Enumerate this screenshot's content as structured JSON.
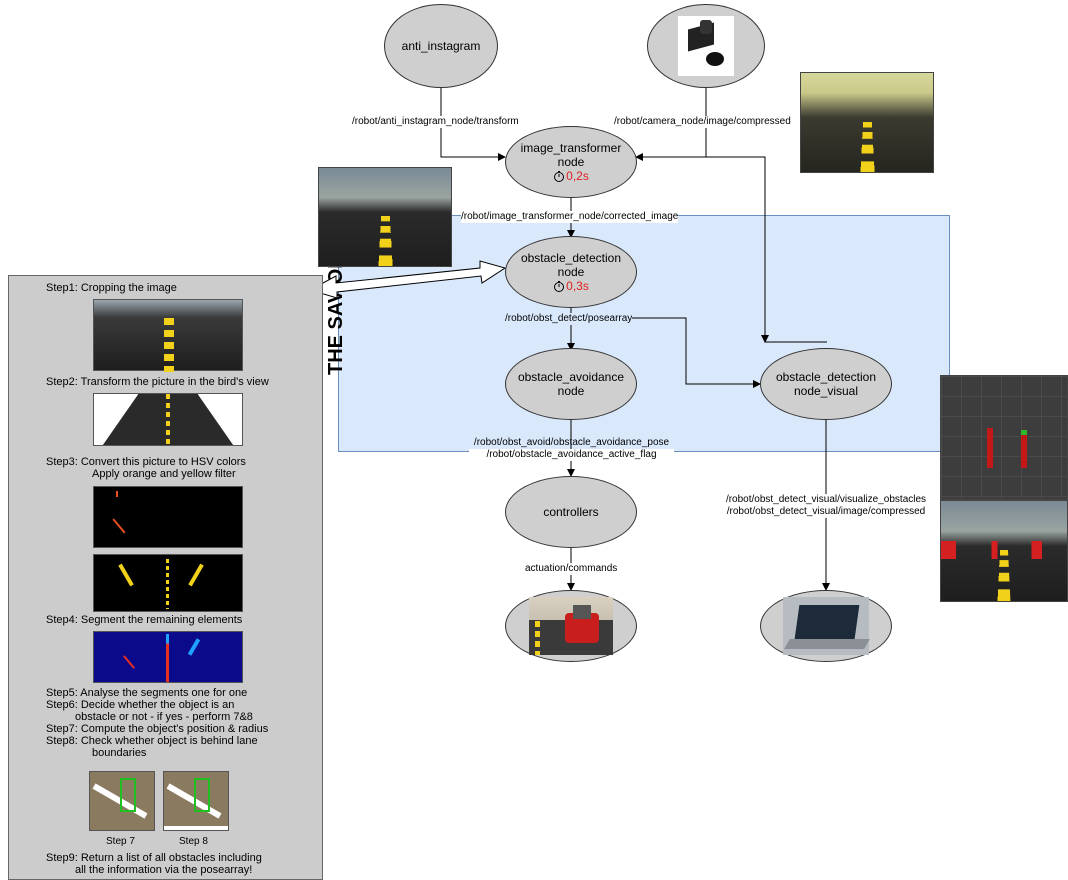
{
  "nodes": {
    "anti_instagram": "anti_instagram",
    "image_transformer": {
      "line1": "image_transformer",
      "line2": "node",
      "timer": "0,2s"
    },
    "obstacle_detection": {
      "line1": "obstacle_detection",
      "line2": "node",
      "timer": "0,3s"
    },
    "obstacle_avoidance": {
      "line1": "obstacle_avoidance",
      "line2": "node"
    },
    "obstacle_detection_visual": {
      "line1": "obstacle_detection",
      "line2": "node_visual"
    },
    "controllers": "controllers"
  },
  "edges": {
    "anti_instagram_transform": "/robot/anti_instagram_node/transform",
    "camera_compressed": "/robot/camera_node/image/compressed",
    "corrected_image": "/robot/image_transformer_node/corrected_image",
    "posearray": "/robot/obst_detect/posearray",
    "avoidance_pose": "/robot/obst_avoid/obstacle_avoidance_pose",
    "active_flag": "/robot/obstacle_avoidance_active_flag",
    "visualize_obstacles": "/robot/obst_detect_visual/visualize_obstacles",
    "visual_compressed": "/robot/obst_detect_visual/image/compressed",
    "actuation": "actuation/commands"
  },
  "group_title": "THE SAVIORS",
  "steps": {
    "s1": "Step1: Cropping the image",
    "s2": "Step2: Transform the picture in the bird's view",
    "s3a": "Step3: Convert this picture to HSV colors",
    "s3b": "Apply orange and yellow filter",
    "s4": "Step4: Segment the remaining elements",
    "s5": "Step5: Analyse the segments one for one",
    "s6a": "Step6: Decide whether the object is an",
    "s6b": "obstacle or not - if yes - perform 7&8",
    "s7": "Step7: Compute the object's position & radius",
    "s8a": "Step8: Check whether object is behind lane",
    "s8b": "boundaries",
    "cap7": "Step 7",
    "cap8": "Step 8",
    "s9a": "Step9: Return a list of all obstacles including",
    "s9b": "all the information via the posearray!"
  },
  "colors": {
    "node_fill": "#cfcfcf",
    "group_fill": "#dae8fc",
    "group_border": "#6c8ebf",
    "panel_fill": "#cccccc",
    "timer": "#e02020"
  }
}
